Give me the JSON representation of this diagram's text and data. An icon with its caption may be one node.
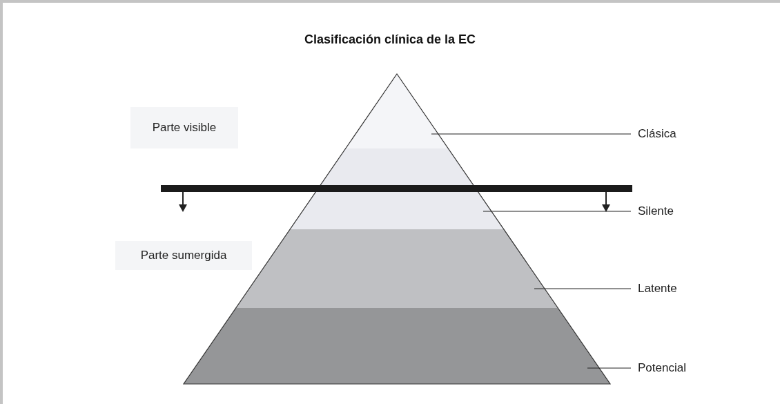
{
  "diagram": {
    "title": "Clasificación clínica de la EC",
    "nodes": [
      {
        "text": [
          "Parte visible"
        ]
      },
      {
        "text": [
          "Parte sumergida"
        ]
      },
      {
        "text": [],
        "shape": "triangle"
      },
      {
        "text": [],
        "shape": "band"
      },
      {
        "text": [],
        "shape": "band"
      },
      {
        "text": [],
        "shape": "band"
      },
      {
        "text": [
          "Clásica"
        ]
      },
      {
        "text": [
          "Silente"
        ]
      },
      {
        "text": [
          "Latente"
        ]
      },
      {
        "text": [
          "Potencial"
        ]
      }
    ],
    "edges": [
      {
        "from": 6,
        "to": 2,
        "arrow": "none"
      },
      {
        "from": 7,
        "to": 3,
        "arrow": "none"
      },
      {
        "from": 8,
        "to": 4,
        "arrow": "none"
      },
      {
        "from": 9,
        "to": 5,
        "arrow": "none"
      }
    ]
  }
}
